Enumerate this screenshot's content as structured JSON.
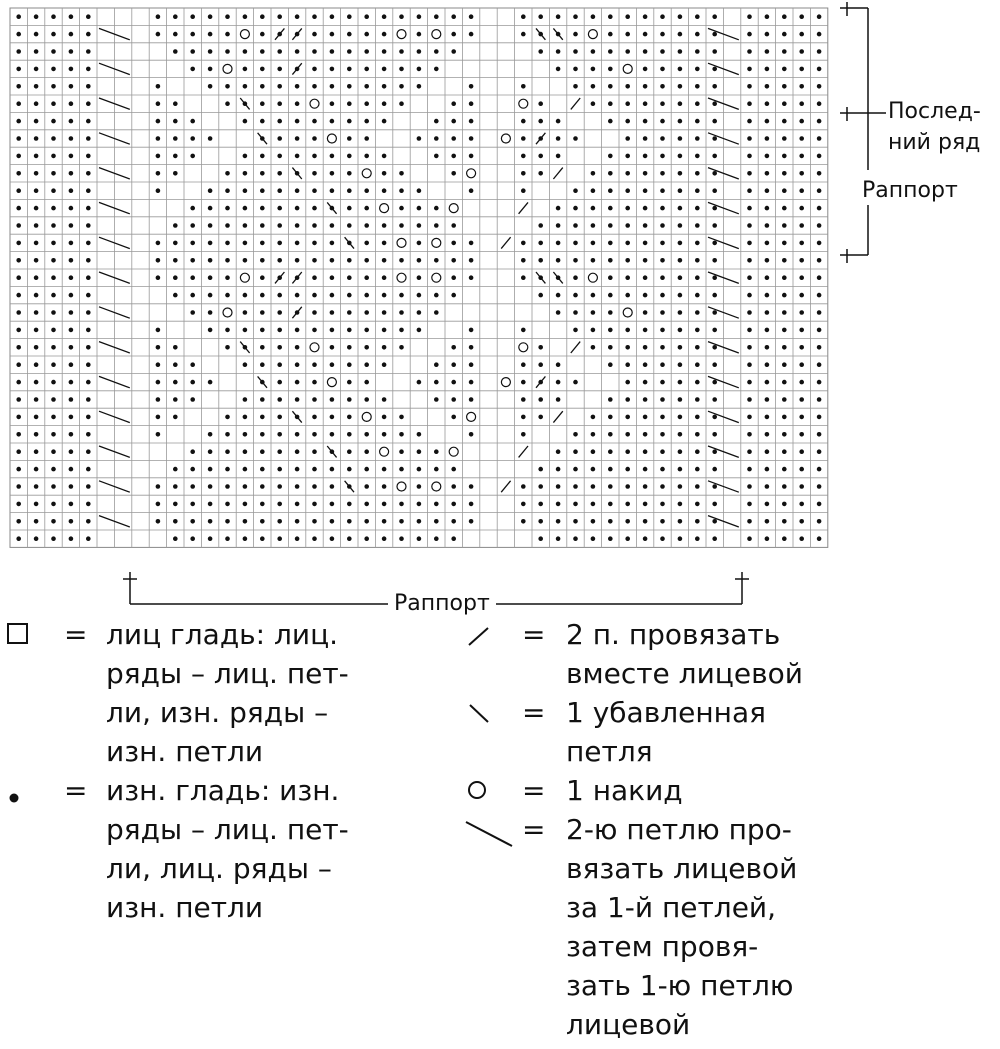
{
  "chart": {
    "cols": 47,
    "rows": 31,
    "label_last_row": "Послед-\nний ряд",
    "label_rapport_side": "Раппорт",
    "label_rapport_bottom": "Раппорт"
  },
  "legend": {
    "knit": {
      "symbol": "square-symbol",
      "eq": "=",
      "text": "лиц гладь: лиц.\nряды – лиц. пет-\nли, изн. ряды –\nизн. петли"
    },
    "purl": {
      "symbol": "dot-symbol",
      "eq": "=",
      "text": "изн. гладь: изн.\nряды – лиц. пет-\nли, лиц. ряды –\nизн. петли"
    },
    "k2tog": {
      "symbol": "right-slant-symbol",
      "eq": "=",
      "text": "2 п. провязать\nвместе лицевой"
    },
    "ssk": {
      "symbol": "left-slant-symbol",
      "eq": "=",
      "text": "1 убавленная\nпетля"
    },
    "yo": {
      "symbol": "circle-symbol",
      "eq": "=",
      "text": "1 накид"
    },
    "cross": {
      "symbol": "long-slant-symbol",
      "eq": "=",
      "text": "2-ю петлю про-\nвязать лицевой\nза 1-й петлей,\nзатем провя-\nзать 1-ю петлю\nлицевой"
    }
  }
}
